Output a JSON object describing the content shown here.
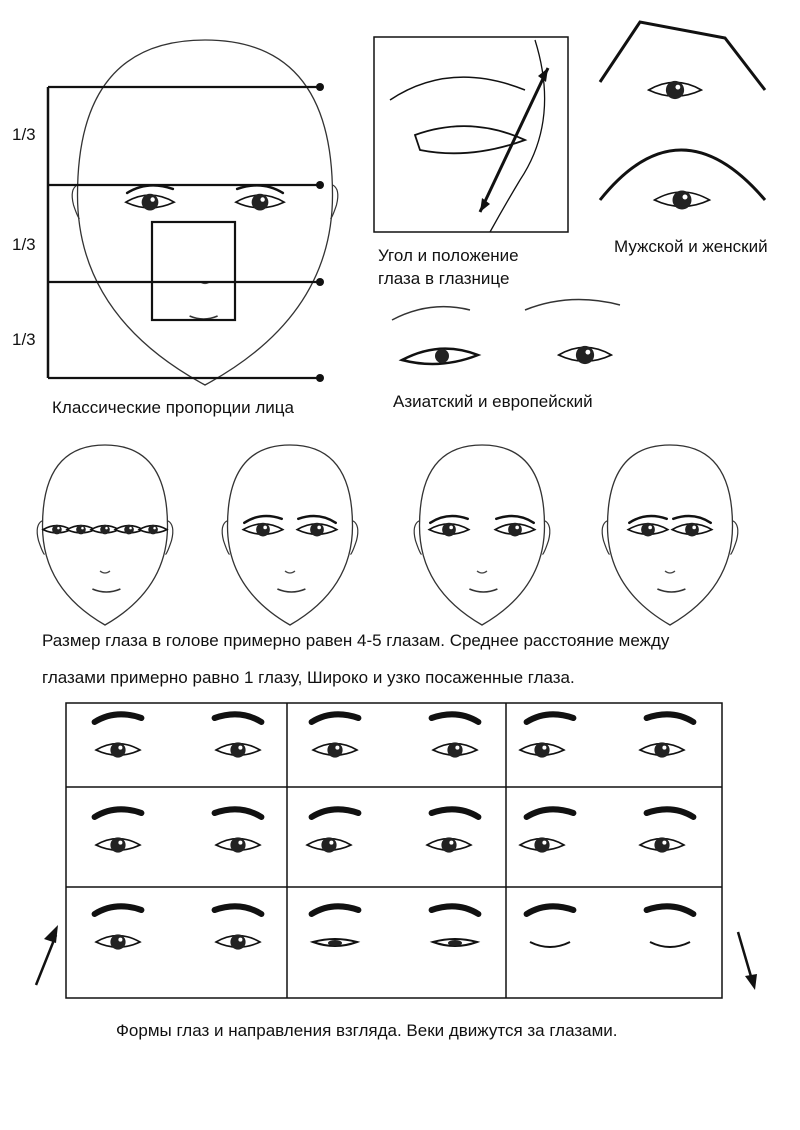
{
  "proportions": {
    "thirds": [
      "1/3",
      "1/3",
      "1/3"
    ],
    "caption": "Классические пропорции лица"
  },
  "angle": {
    "caption_line1": "Угол и положение",
    "caption_line2": "глаза в глазнице"
  },
  "gender": {
    "caption": "Мужской и женский"
  },
  "ethnic": {
    "caption": "Азиатский и европейский"
  },
  "spacing": {
    "line1": "Размер глаза в голове примерно равен 4-5 глазам.   Среднее расстояние между",
    "line2": "глазами примерно равно 1 глазу, Широко и узко посаженные глаза."
  },
  "shapes": {
    "caption": "Формы глаз и направления взгляда. Веки движутся за глазами.",
    "grid_rows": 3,
    "grid_cols": 3
  },
  "colors": {
    "ink": "#111111",
    "background": "#ffffff"
  }
}
